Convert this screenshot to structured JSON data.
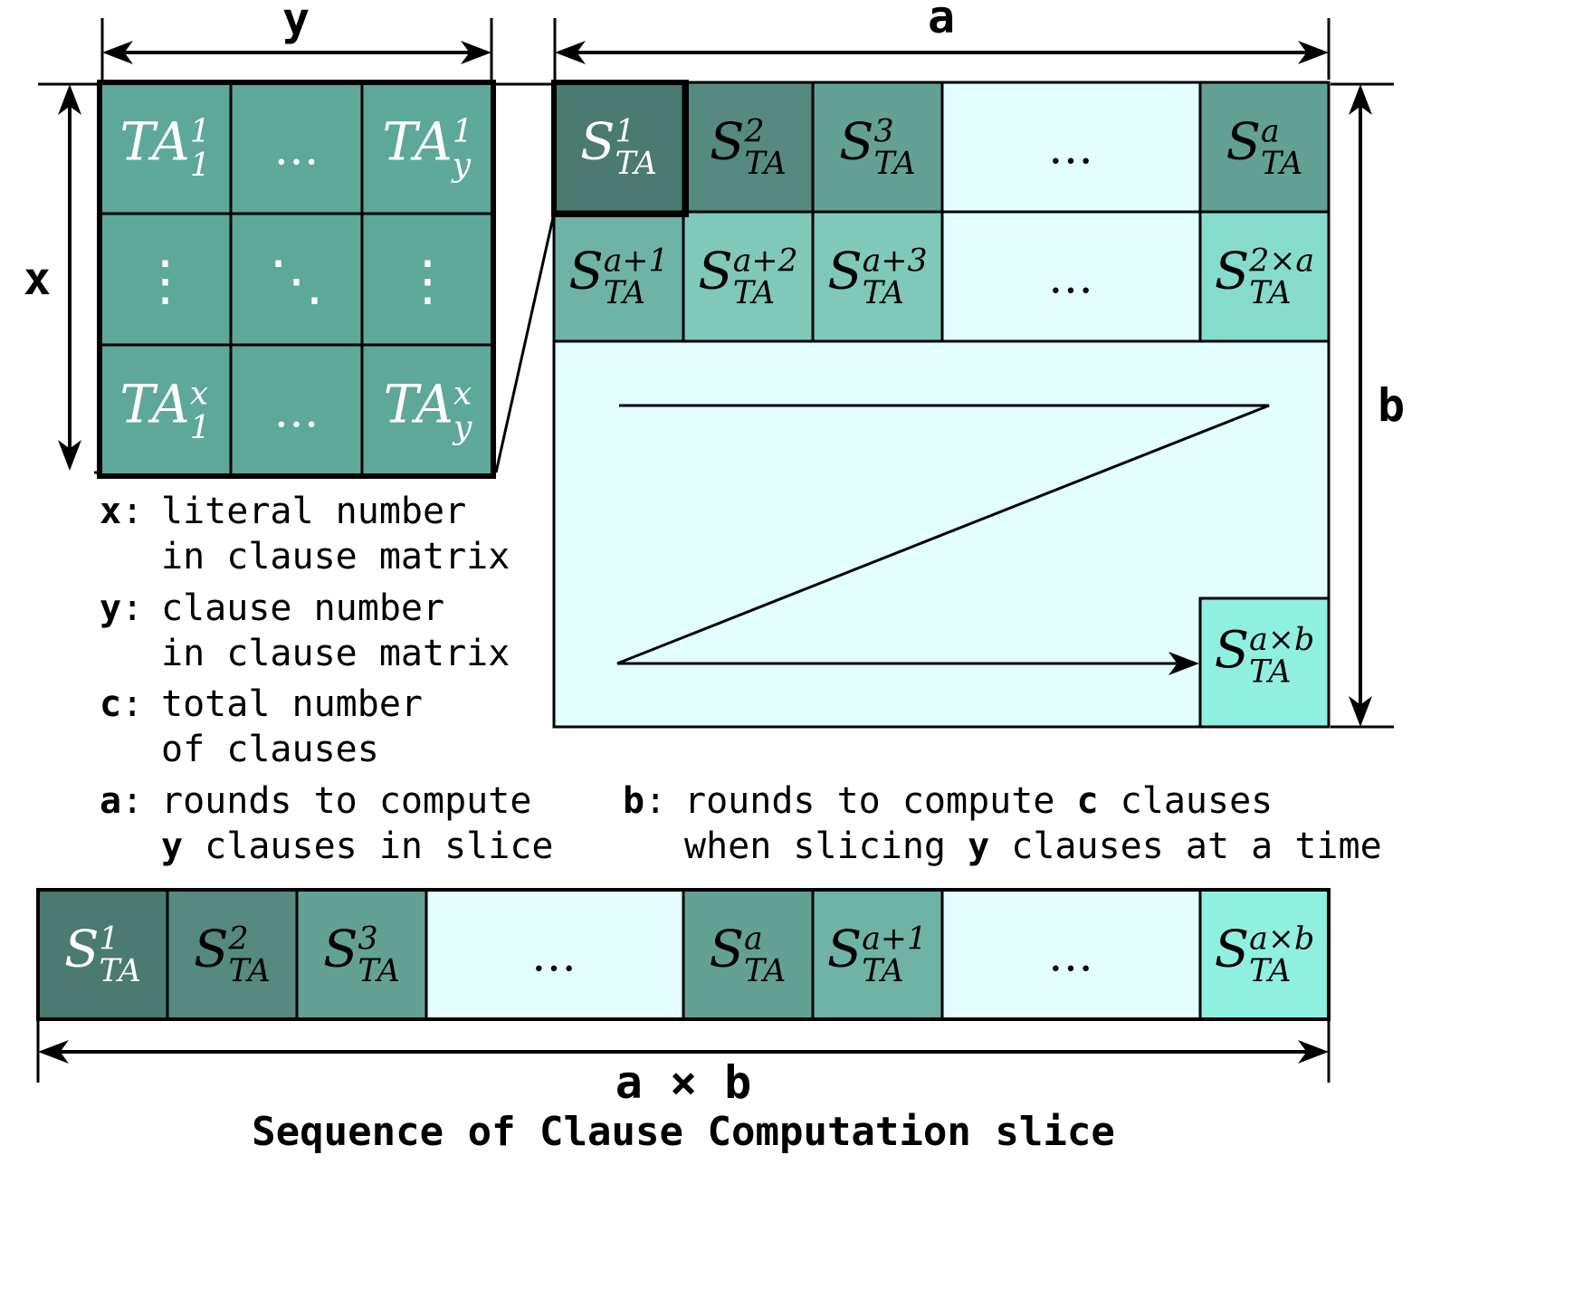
{
  "colors": {
    "line": "#000000",
    "matrix_cell": "#5ea89a",
    "s_shade": [
      "#4a7a70",
      "#56897f",
      "#63a195",
      "#6fb3a6",
      "#7fc8ba",
      "#86dccb",
      "#90f0df"
    ],
    "empty_cell": "#e2fefe"
  },
  "dimensions": {
    "y": "y",
    "x": "x",
    "a": "a",
    "b": "b",
    "a_times_b": "a × b"
  },
  "clause_matrix": {
    "dots_h": "…",
    "dots_v": "⋮",
    "dots_diag": "⋱",
    "cells": [
      {
        "base": "TA",
        "sup": "1",
        "sub": "1"
      },
      {
        "base": "TA",
        "sup": "1",
        "sub": "y"
      },
      {
        "base": "TA",
        "sup": "x",
        "sub": "1"
      },
      {
        "base": "TA",
        "sup": "x",
        "sub": "y"
      }
    ]
  },
  "slice_grid": {
    "dots": "…",
    "cells": [
      {
        "base": "S",
        "sup": "1",
        "sub": "TA"
      },
      {
        "base": "S",
        "sup": "2",
        "sub": "TA"
      },
      {
        "base": "S",
        "sup": "3",
        "sub": "TA"
      },
      {
        "base": "S",
        "sup": "a",
        "sub": "TA"
      },
      {
        "base": "S",
        "sup": "a+1",
        "sub": "TA"
      },
      {
        "base": "S",
        "sup": "a+2",
        "sub": "TA"
      },
      {
        "base": "S",
        "sup": "a+3",
        "sub": "TA"
      },
      {
        "base": "S",
        "sup": "2×a",
        "sub": "TA"
      },
      {
        "base": "S",
        "sup": "a×b",
        "sub": "TA"
      }
    ]
  },
  "legend": [
    {
      "key": "x",
      "lines": [
        [
          "literal number"
        ],
        [
          "in clause matrix"
        ]
      ]
    },
    {
      "key": "y",
      "lines": [
        [
          "clause number"
        ],
        [
          "in clause matrix"
        ]
      ]
    },
    {
      "key": "c",
      "lines": [
        [
          "total number"
        ],
        [
          "of clauses"
        ]
      ]
    },
    {
      "key": "a",
      "lines": [
        [
          "rounds to compute"
        ],
        [
          {
            "b": "y"
          },
          " clauses in slice"
        ]
      ]
    },
    {
      "key": "b",
      "lines": [
        [
          "rounds to compute ",
          {
            "b": "c"
          },
          " clauses"
        ],
        [
          "when slicing ",
          {
            "b": "y"
          },
          " clauses at a time"
        ]
      ]
    }
  ],
  "legend_sep": ":",
  "sequence": {
    "dots": "…",
    "cells": [
      {
        "base": "S",
        "sup": "1",
        "sub": "TA"
      },
      {
        "base": "S",
        "sup": "2",
        "sub": "TA"
      },
      {
        "base": "S",
        "sup": "3",
        "sub": "TA"
      },
      {
        "base": "S",
        "sup": "a",
        "sub": "TA"
      },
      {
        "base": "S",
        "sup": "a+1",
        "sub": "TA"
      },
      {
        "base": "S",
        "sup": "a×b",
        "sub": "TA"
      }
    ]
  },
  "caption": "Sequence of Clause Computation slice"
}
